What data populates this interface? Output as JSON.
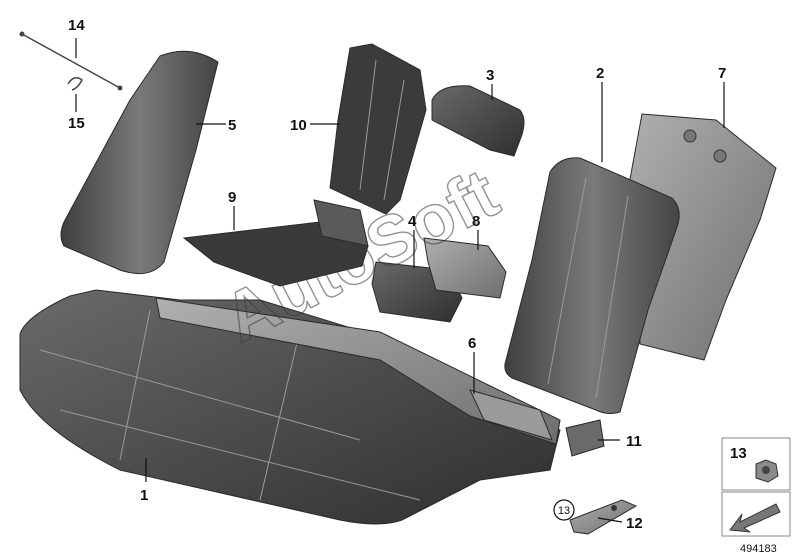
{
  "callouts": {
    "n1": "1",
    "n2": "2",
    "n3": "3",
    "n4": "4",
    "n5": "5",
    "n6": "6",
    "n7": "7",
    "n8": "8",
    "n9": "9",
    "n10": "10",
    "n11": "11",
    "n12": "12",
    "n13": "13",
    "n14": "14",
    "n15": "15"
  },
  "inset": {
    "part_number": "13",
    "circled_ref": "13"
  },
  "watermark": "AutoSoft",
  "diagram_id": "494183",
  "colors": {
    "part_dark": "#3d3d3d",
    "part_mid": "#5a5a5a",
    "part_light": "#8a8a8a",
    "line": "#111111"
  }
}
